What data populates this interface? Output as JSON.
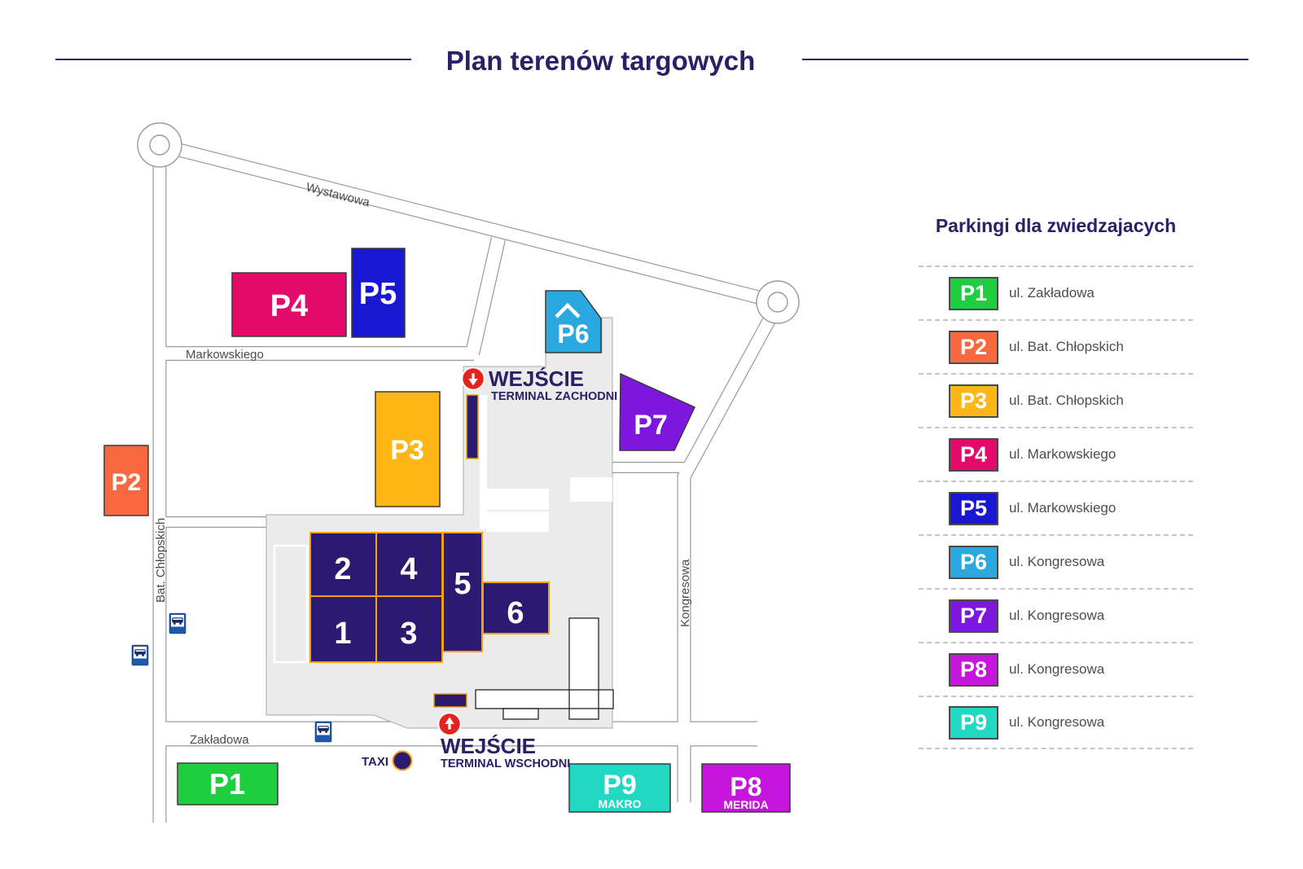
{
  "page_title": "Plan terenów targowych",
  "legend": {
    "title": "Parkingi dla zwiedzajacych",
    "items": [
      {
        "code": "P1",
        "street": "ul. Zakładowa",
        "color": "#1fce3f"
      },
      {
        "code": "P2",
        "street": "ul. Bat. Chłopskich",
        "color": "#f9683f"
      },
      {
        "code": "P3",
        "street": "ul. Bat. Chłopskich",
        "color": "#fcb616"
      },
      {
        "code": "P4",
        "street": "ul. Markowskiego",
        "color": "#e20b6c"
      },
      {
        "code": "P5",
        "street": "ul. Markowskiego",
        "color": "#1a17d3"
      },
      {
        "code": "P6",
        "street": "ul. Kongresowa",
        "color": "#2aa9e0"
      },
      {
        "code": "P7",
        "street": "ul. Kongresowa",
        "color": "#7d17de"
      },
      {
        "code": "P8",
        "street": "ul. Kongresowa",
        "color": "#c615dc"
      },
      {
        "code": "P9",
        "street": "ul. Kongresowa",
        "color": "#21d8c2"
      }
    ]
  },
  "map": {
    "streets": {
      "wystawowa": "Wystawowa",
      "markowskiego": "Markowskiego",
      "bat_chlopskich": "Bat. Chłopskich",
      "zakladowa": "Zakładowa",
      "kongresowa": "Kongresowa"
    },
    "halls": {
      "h1": "1",
      "h2": "2",
      "h3": "3",
      "h4": "4",
      "h5": "5",
      "h6": "6"
    },
    "entrances": {
      "west": {
        "label": "WEJŚCIE",
        "terminal": "TERMINAL ZACHODNI"
      },
      "east": {
        "label": "WEJŚCIE",
        "terminal": "TERMINAL WSCHODNI"
      }
    },
    "taxi_label": "TAXI",
    "parking_notes": {
      "p8": "MERIDA",
      "p9": "MAKRO"
    },
    "colors": {
      "hall": "#2b1a70",
      "hall_border": "#f0a30c",
      "navy_text": "#2a2066",
      "road_line": "#9a9a9a",
      "grounds": "#ebebeb",
      "entrance_red": "#e3231c",
      "bus_blue": "#1e59a9"
    }
  }
}
